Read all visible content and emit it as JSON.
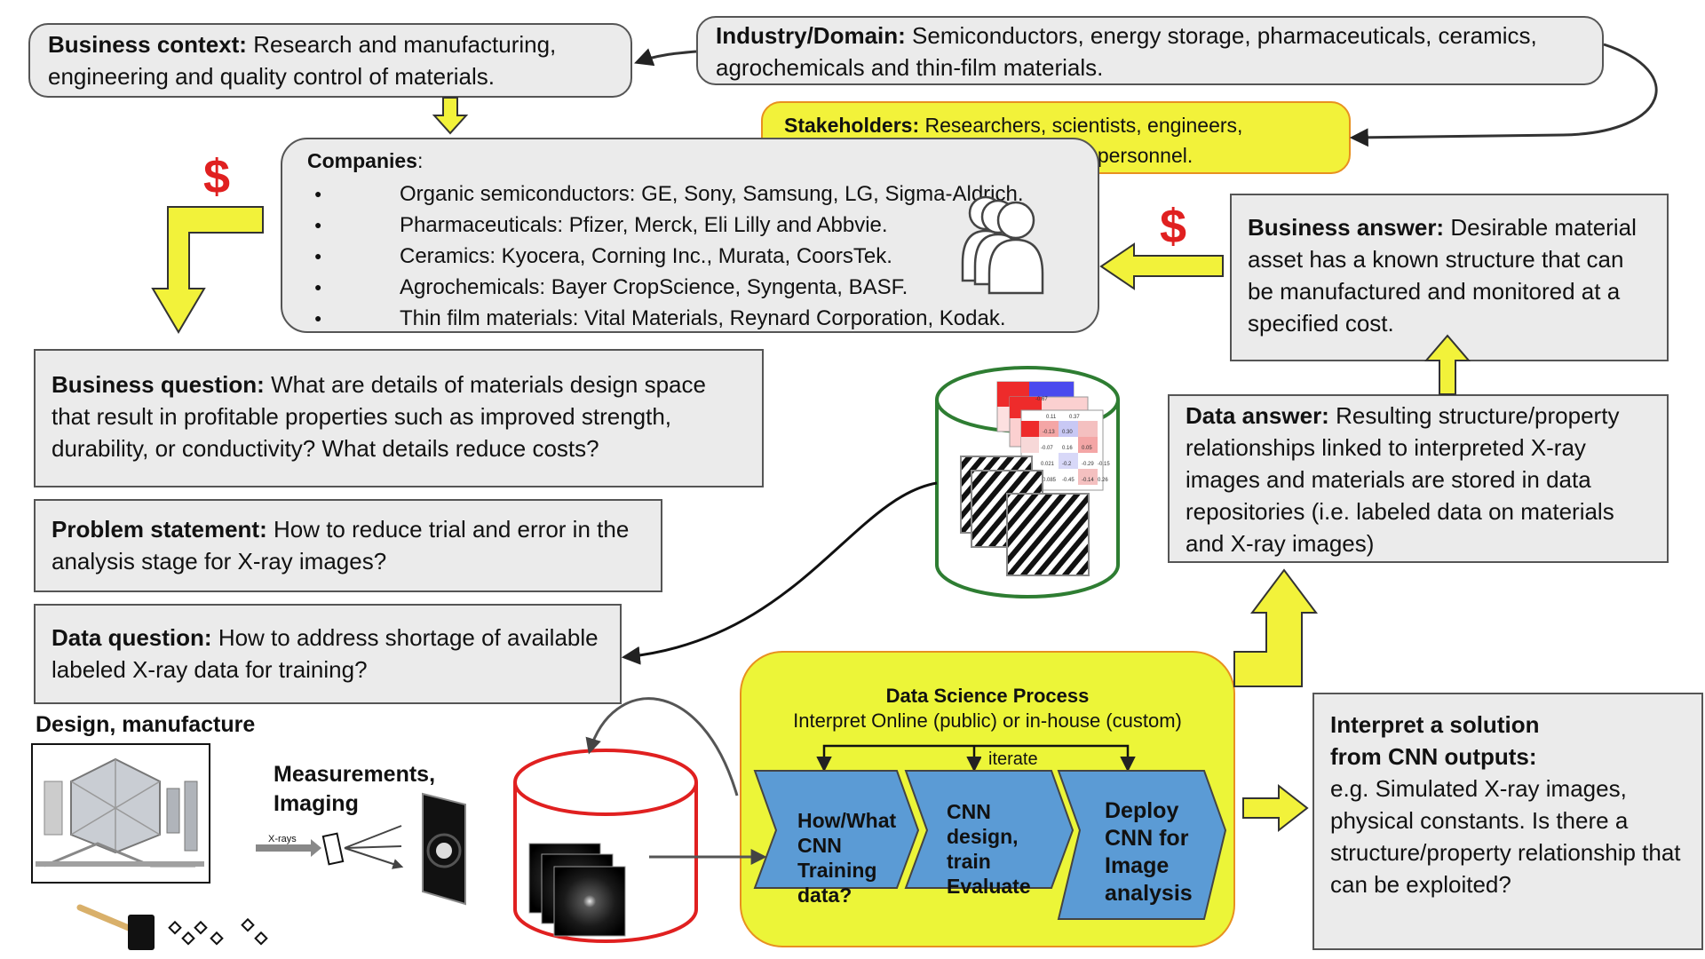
{
  "business_context": {
    "label": "Business context:",
    "text": "Research and manufacturing, engineering and quality control of materials."
  },
  "industry": {
    "label": "Industry/Domain:",
    "text": "Semiconductors, energy storage, pharmaceuticals, ceramics, agrochemicals and thin-film materials."
  },
  "stakeholders": {
    "label": "Stakeholders:",
    "text": "Researchers, scientists, engineers, manufacturers, and quality control personnel."
  },
  "companies": {
    "label": "Companies",
    "colon": ":",
    "items": [
      "Organic semiconductors: GE, Sony, Samsung, LG, Sigma-Aldrich.",
      "Pharmaceuticals: Pfizer, Merck, Eli Lilly and Abbvie.",
      "Ceramics: Kyocera, Corning Inc., Murata, CoorsTek.",
      "Agrochemicals: Bayer CropScience, Syngenta, BASF.",
      "Thin film materials: Vital Materials, Reynard Corporation, Kodak."
    ]
  },
  "business_answer": {
    "label": "Business answer:",
    "text": "Desirable material asset has a known structure that can be manufactured and monitored at a specified cost."
  },
  "business_question": {
    "label": "Business question:",
    "text": "What are details of materials design space that result in profitable properties such as improved strength, durability, or conductivity? What details reduce costs?"
  },
  "problem_statement": {
    "label": "Problem statement:",
    "text": "How to reduce trial and error in the analysis stage for X-ray images?"
  },
  "data_question": {
    "label": "Data question:",
    "text": "How to address shortage of available labeled X-ray data for training?"
  },
  "data_answer": {
    "label": "Data answer:",
    "text": "Resulting structure/property relationships linked to interpreted X-ray images and materials are stored in data repositories (i.e. labeled data on materials and X-ray images)"
  },
  "design_label": "Design, manufacture",
  "measurements_label": "Measurements, Imaging",
  "xrays_label": "X-rays",
  "dollar": "$",
  "dsp": {
    "title": "Data Science Process",
    "subtitle": "Interpret Online (public) or in-house (custom)",
    "iterate": "iterate",
    "steps": [
      "How/What CNN Training data?",
      "CNN design, train Evaluate",
      "Deploy CNN for Image analysis"
    ]
  },
  "interpret": {
    "title": "Interpret a solution from CNN outputs:",
    "text": "e.g. Simulated X-ray images, physical constants. Is there a structure/property relationship that can be exploited?"
  },
  "heatmap_values": [
    "-0.67",
    "0.11",
    "0.37",
    "-0.13",
    "0.30",
    "-0.07",
    "0.16",
    "0.05",
    "0.021",
    "-0.2",
    "-0.29",
    "-0.15",
    "-0.085",
    "-0.45",
    "-0.14",
    "0.26"
  ],
  "colors": {
    "box_bg": "#ebebeb",
    "yellow": "#f2f23a",
    "orange_border": "#e89020",
    "blue_chevron": "#5b9bd5",
    "green_db": "#2e7d32",
    "red_db": "#e02020",
    "dollar": "#e02020"
  }
}
